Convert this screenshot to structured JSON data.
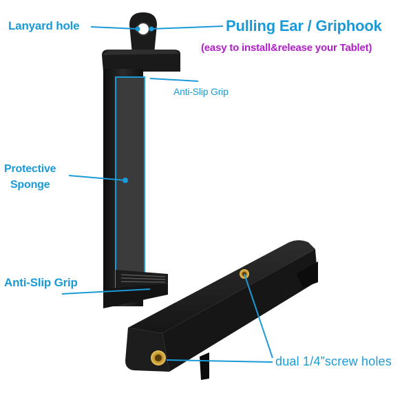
{
  "labels": {
    "lanyard_hole": "Lanyard hole",
    "pulling_ear": "Pulling Ear / Griphook",
    "easy_install": "(easy to install&release your Tablet)",
    "anti_slip_top": "Anti-Slip Grip",
    "protective_line1": "Protective",
    "protective_line2": "Sponge",
    "anti_slip_bottom": "Anti-Slip Grip",
    "screw_holes": "dual 1/4”screw holes"
  },
  "colors": {
    "label_blue": "#1a9ad6",
    "label_purple": "#b01ec8",
    "body_black": "#1c1c1c",
    "sponge_gray": "#3a3a3a",
    "brass": "#c9a436"
  }
}
